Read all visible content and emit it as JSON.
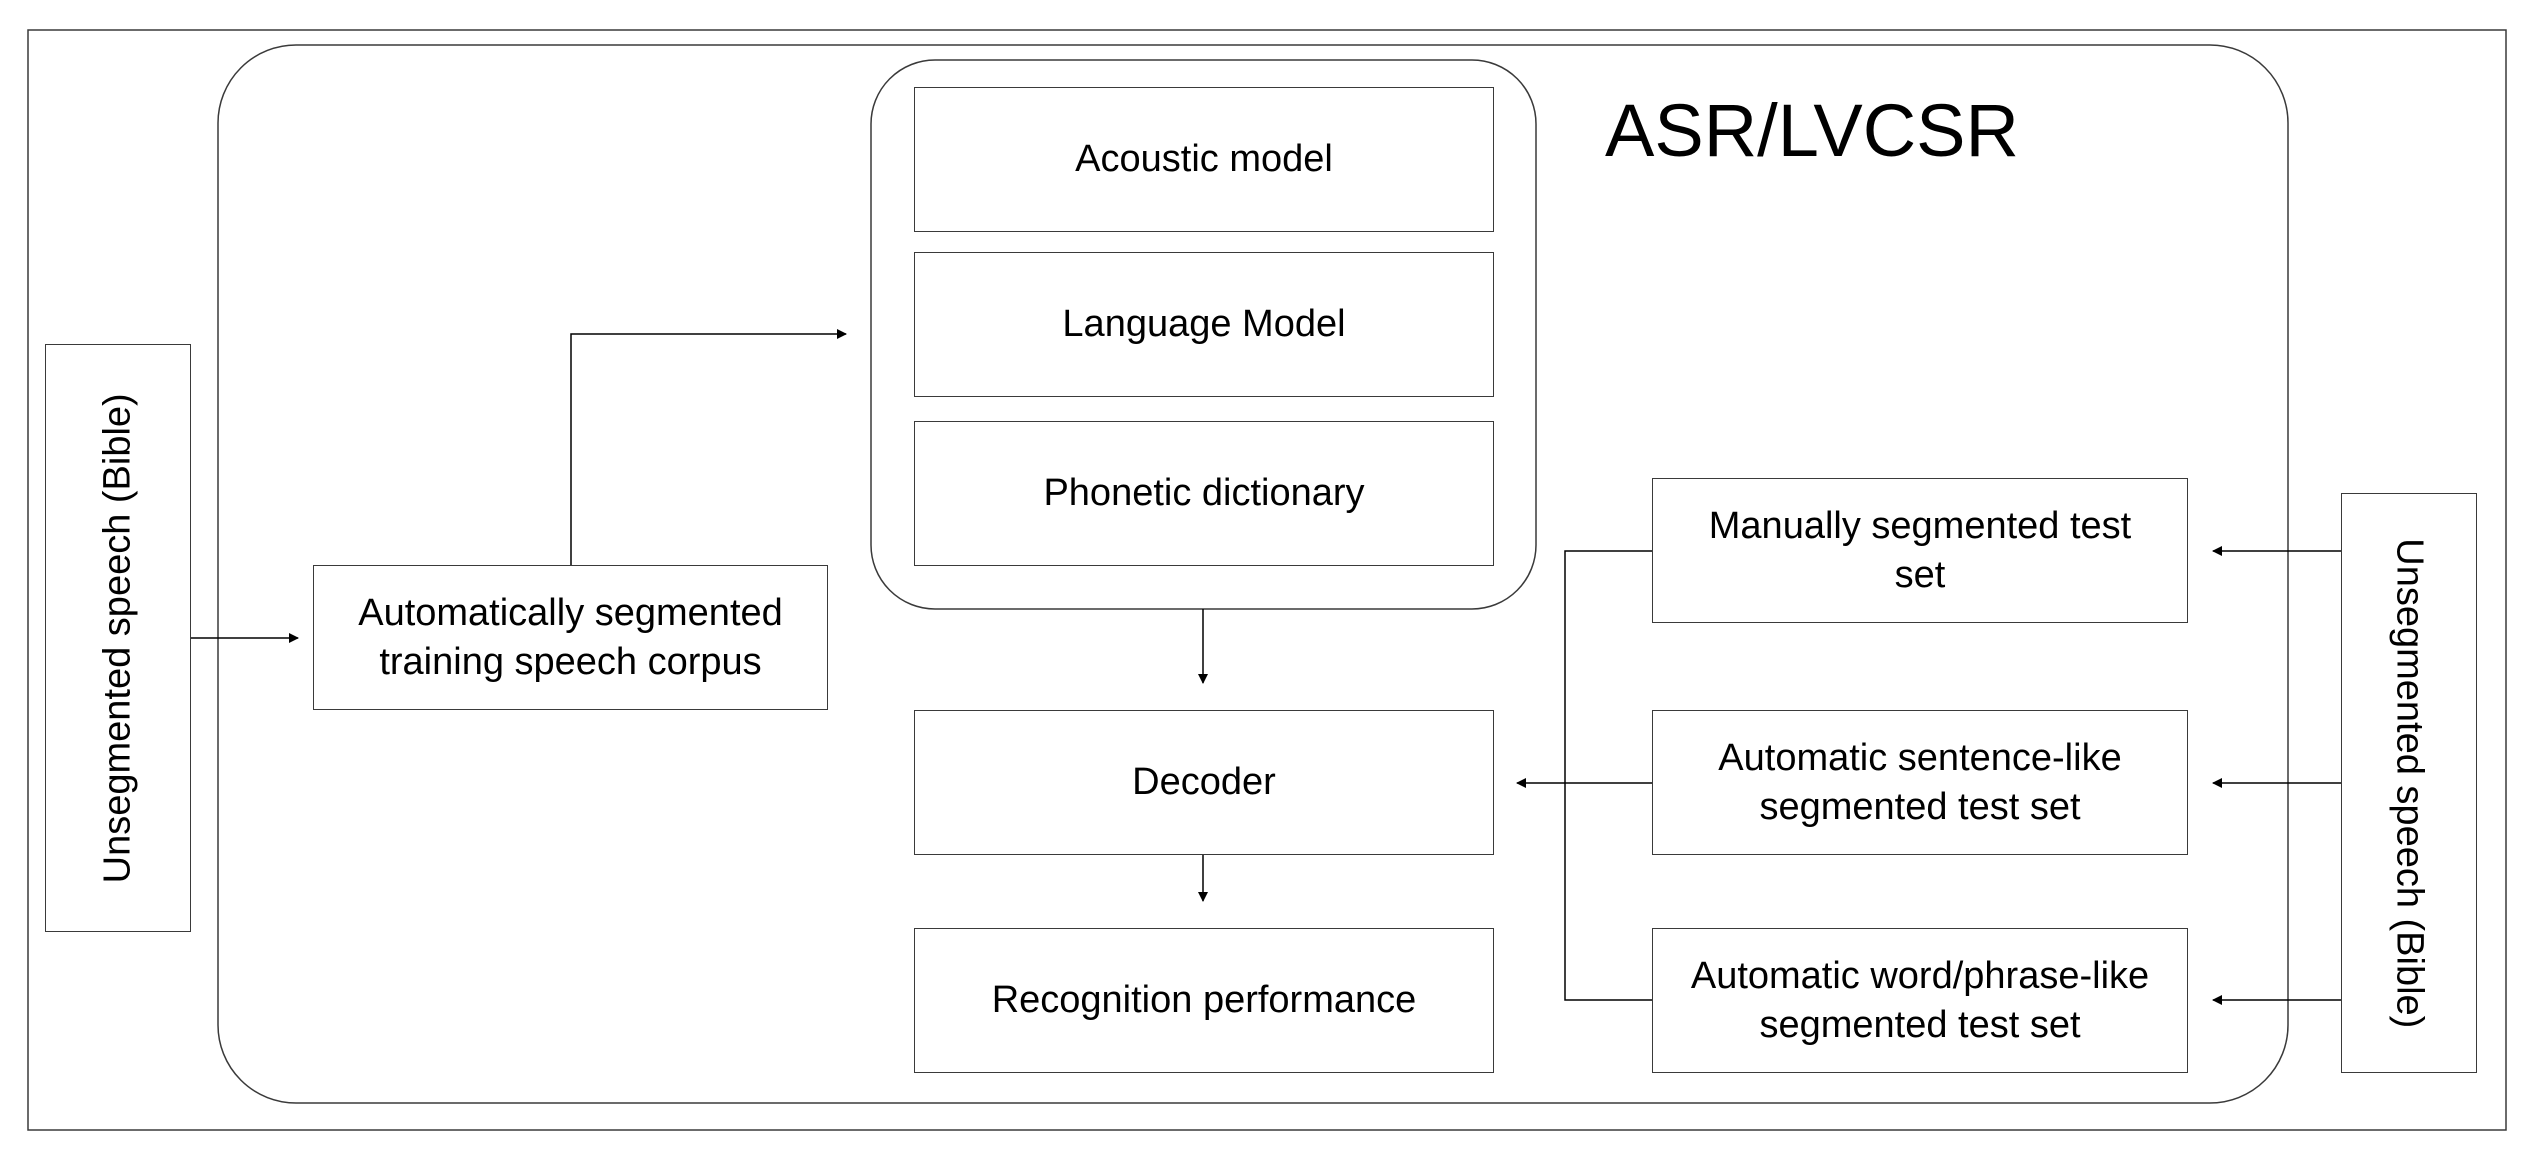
{
  "title": "ASR/LVCSR",
  "left_input": {
    "label": "Unsegmented speech (Bible)"
  },
  "right_input": {
    "label": "Unsegmented speech (Bible)"
  },
  "training_corpus": {
    "label": "Automatically segmented\ntraining speech corpus"
  },
  "models": [
    {
      "label": "Acoustic model"
    },
    {
      "label": "Language Model"
    },
    {
      "label": "Phonetic dictionary"
    }
  ],
  "decoder": {
    "label": "Decoder"
  },
  "performance": {
    "label": "Recognition performance"
  },
  "test_sets": [
    {
      "label": "Manually segmented test\nset"
    },
    {
      "label": "Automatic sentence-like\nsegmented test set"
    },
    {
      "label": "Automatic word/phrase-like\nsegmented test set"
    }
  ]
}
